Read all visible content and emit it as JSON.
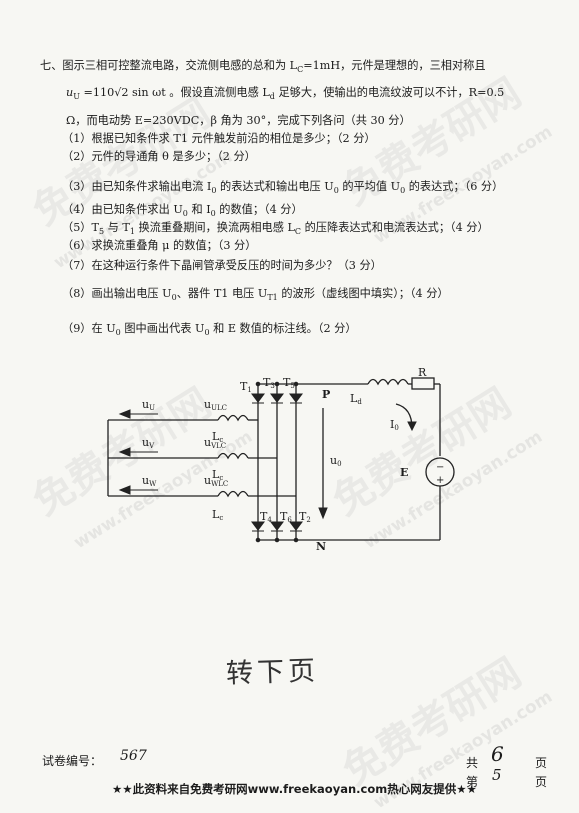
{
  "question": {
    "lines": [
      "七、图示三相可控整流电路，交流侧电感的总和为 L",
      "u",
      "Ω，而电动势 E=230VDC，β 角为 30°，完成下列各问（共 30 分）",
      "（1）根据已知条件求 T1 元件触发前沿的相位是多少；（2 分）",
      "（2）元件的导通角 θ 是多少；（2 分）",
      "（3）由已知条件求输出电流 I",
      "（4）由已知条件求出 U",
      "（5）T",
      "（6）求换流重叠角 μ 的数值；（3 分）",
      "（7）在这种运行条件下晶闸管承受反压的时间为多少？（3 分）",
      "（8）画出输出电压 U",
      "（9）在 U"
    ],
    "l1_a": "C",
    "l1_b": "=1mH，元件是理想的，三相对称且",
    "l2_sub": "U",
    "l2_a": " =110√2 sin ωt 。假设直流侧电感 L",
    "l2_sub2": "d",
    "l2_b": " 足够大，使输出的电流纹波可以不计，R=0.5",
    "l6_sub": "0",
    "l6_b": " 的表达式和输出电压 U",
    "l6_sub2": "0",
    "l6_c": " 的平均值 U",
    "l6_sub3": "0",
    "l6_d": " 的表达式；（6 分）",
    "l7_sub": "0",
    "l7_b": " 和 I",
    "l7_sub2": "0",
    "l7_c": " 的数值；（4 分）",
    "l8_sub": "5",
    "l8_b": " 与 T",
    "l8_sub2": "1",
    "l8_c": " 换流重叠期间，换流两相电感 L",
    "l8_sub3": "C",
    "l8_d": " 的压降表达式和电流表达式；（4 分）",
    "l11_sub": "0",
    "l11_b": "、器件 T1 电压 U",
    "l11_sub2": "T1",
    "l11_c": " 的波形（虚线图中填实）；（4 分）",
    "l12_sub": "0",
    "l12_b": " 图中画出代表 U",
    "l12_sub2": "0",
    "l12_c": " 和 E 数值的标注线。（2 分）"
  },
  "circuit": {
    "labels": {
      "uU": "u",
      "uU_sub": "U",
      "uULC": "u",
      "uULC_sub": "ULC",
      "uV": "u",
      "uV_sub": "V",
      "uVLC": "u",
      "uVLC_sub": "VLC",
      "uW": "u",
      "uW_sub": "W",
      "uWLC": "u",
      "uWLC_sub": "WLC",
      "Lc": "L",
      "Lc_sub": "c",
      "T1": "T",
      "T1_sub": "1",
      "T3": "T",
      "T3_sub": "3",
      "T5": "T",
      "T5_sub": "5",
      "T4": "T",
      "T4_sub": "4",
      "T6": "T",
      "T6_sub": "6",
      "T2": "T",
      "T2_sub": "2",
      "P": "P",
      "N": "N",
      "Ld": "L",
      "Ld_sub": "d",
      "R": "R",
      "I0": "I",
      "I0_sub": "0",
      "u0": "u",
      "u0_sub": "0",
      "E": "E",
      "minus": "−",
      "plus": "+"
    }
  },
  "handwriting": "转下页",
  "footer": {
    "paper_label": "试卷编号：",
    "paper_number": "567",
    "total_label": "共",
    "total_pages": "6",
    "total_unit": "页",
    "page_label": "第",
    "page_number": "5",
    "page_unit": "页",
    "banner": "★★此资料来自免费考研网www.freekaoyan.com热心网友提供★★"
  },
  "watermark": {
    "text": "免费考研网",
    "url": "www.freekaoyan.com"
  }
}
